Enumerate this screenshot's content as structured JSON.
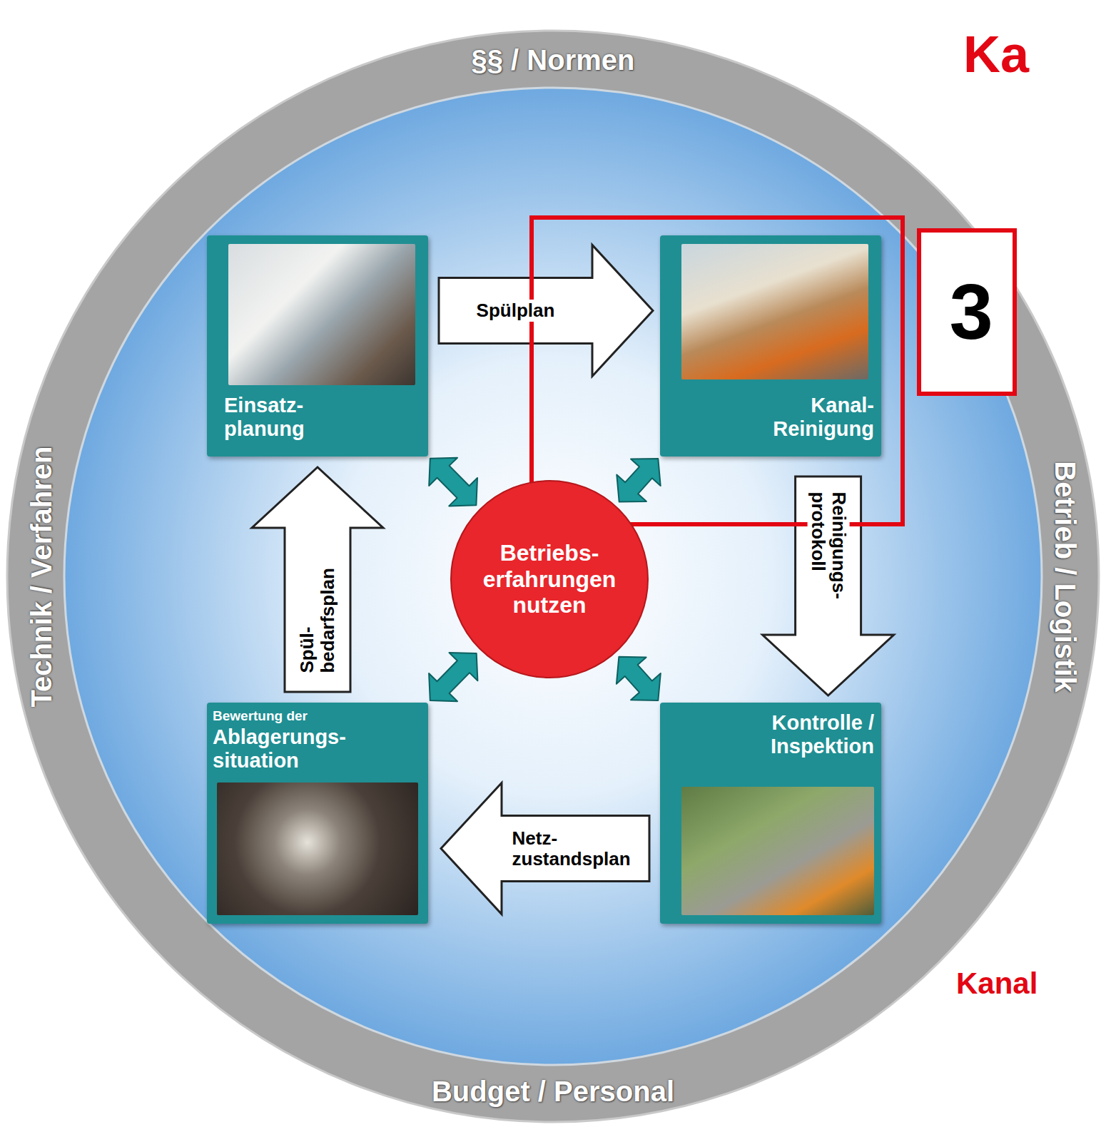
{
  "diagram": {
    "nodes": [
      {
        "text": [
          "Einsatz- planung"
        ]
      },
      {
        "text": [
          "Kanal- Reinigung"
        ]
      },
      {
        "text": [
          "Kontrolle / Inspektion"
        ]
      },
      {
        "text": [
          "Bewertung der",
          "Ablagerungs- situation"
        ]
      },
      {
        "text": [
          "Betriebs- erfahrungen nutzen"
        ]
      },
      {
        "text": [
          "3"
        ]
      }
    ],
    "edges": [
      {
        "from": 0,
        "to": 1,
        "label": "Spülplan",
        "arrow": "to"
      },
      {
        "from": 1,
        "to": 2,
        "label": "Reinigungs- protokoll",
        "arrow": "to"
      },
      {
        "from": 2,
        "to": 3,
        "label": "Netz- zustandsplan",
        "arrow": "to"
      },
      {
        "from": 3,
        "to": 0,
        "label": "Spül- bedarfsplan",
        "arrow": "to"
      },
      {
        "from": 4,
        "to": 0,
        "arrow": "both"
      },
      {
        "from": 4,
        "to": 1,
        "arrow": "both"
      },
      {
        "from": 4,
        "to": 2,
        "arrow": "both"
      },
      {
        "from": 4,
        "to": 3,
        "arrow": "both"
      }
    ],
    "labels": [
      "§§ / Normen",
      "Betrieb / Logistik",
      "Budget / Personal",
      "Technik / Verfahren",
      "Ka",
      "Kanal"
    ]
  }
}
